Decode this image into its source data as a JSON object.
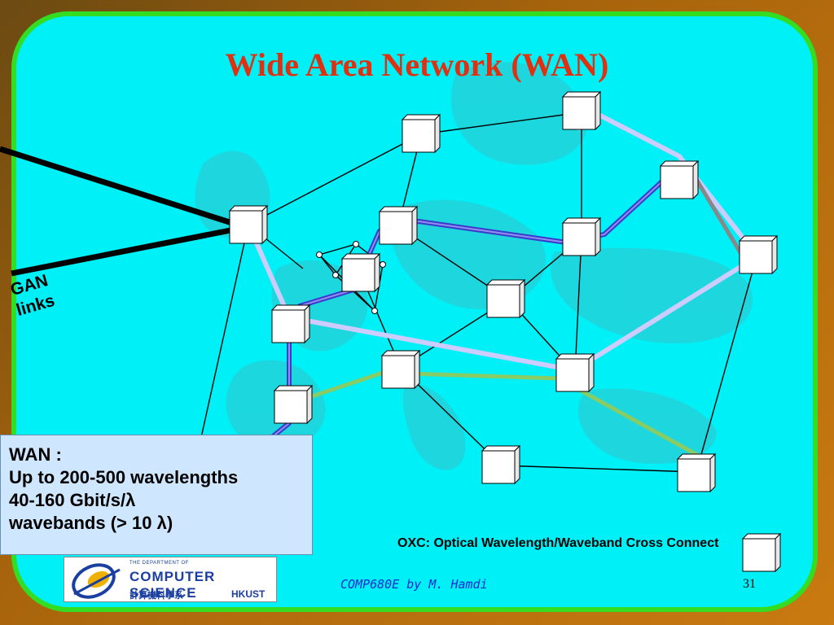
{
  "title": "Wide Area Network (WAN)",
  "gan_label": {
    "line1": "GAN",
    "line2": "links"
  },
  "wan_box": {
    "line1": "WAN :",
    "line2": "Up to 200-500 wavelengths",
    "line3": "40-160 Gbit/s/λ",
    "line4": "wavebands (> 10 λ)"
  },
  "oxc_caption": "OXC: Optical Wavelength/Waveband Cross Connect",
  "footer_text": "COMP680E by M. Hamdi",
  "page_number": "31",
  "logo": {
    "dept_line": "THE DEPARTMENT OF",
    "name": "COMPUTER SCIENCE",
    "chinese": "計算機科學系",
    "school": "HKUST"
  },
  "colors": {
    "background": "#00f0f8",
    "border": "#33dd22",
    "title": "#e03010",
    "path_blue": "#3a3acc",
    "path_lavender": "#ccccff",
    "path_green": "#88cc66",
    "path_gray": "#888888",
    "wan_box_bg": "#cfe6ff",
    "footer_text": "#1a2ad0"
  },
  "icons": {
    "node": "oxc-cube-icon",
    "logo": "hkust-logo-icon"
  }
}
